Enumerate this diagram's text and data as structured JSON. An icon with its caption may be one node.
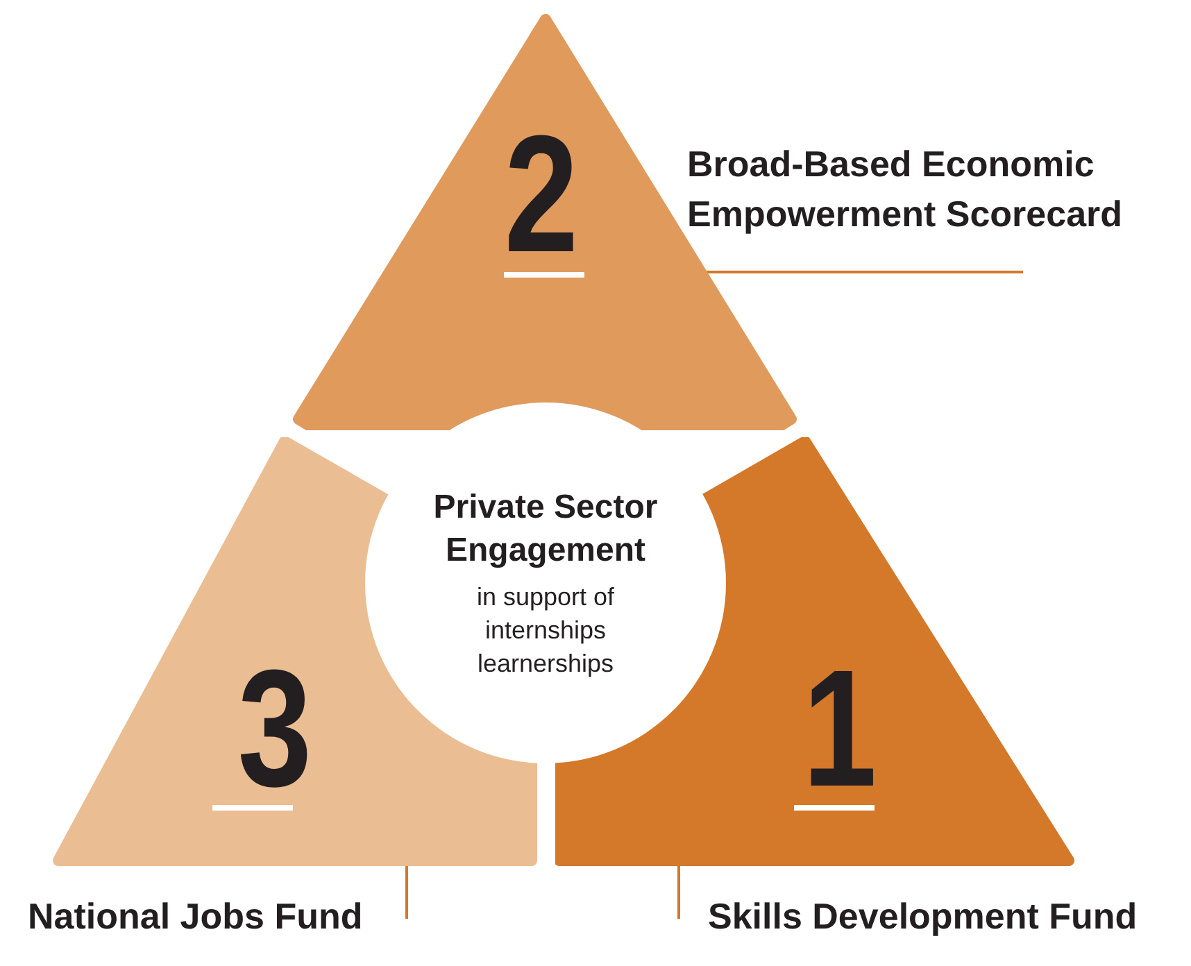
{
  "diagram": {
    "nodes": [
      {
        "text": [
          "2"
        ]
      },
      {
        "text": [
          "Private Sector Engagement",
          "in support of internships learnerships"
        ]
      },
      {
        "text": [
          "3"
        ]
      },
      {
        "text": [
          "1"
        ]
      },
      {
        "text": [
          "Broad-Based Economic Empowerment Scorecard"
        ]
      },
      {
        "text": [
          "National Jobs Fund"
        ]
      },
      {
        "text": [
          "Skills Development Fund"
        ]
      }
    ],
    "edges": [
      {
        "from": 4,
        "to": 0,
        "arrow": "none"
      },
      {
        "from": 5,
        "to": 2,
        "arrow": "none"
      },
      {
        "from": 6,
        "to": 3,
        "arrow": "none"
      }
    ]
  }
}
